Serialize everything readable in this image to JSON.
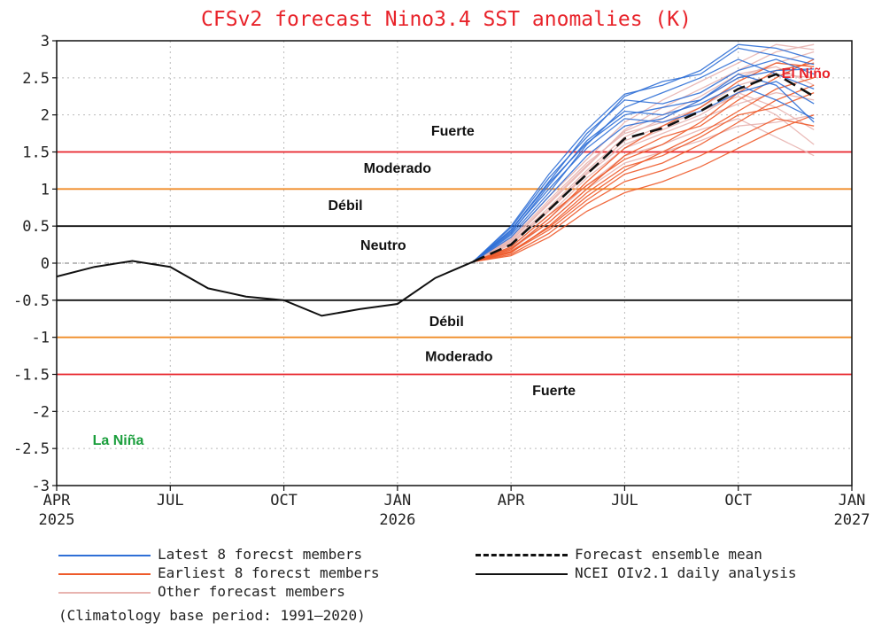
{
  "chart_data": {
    "type": "line",
    "title": "CFSv2 forecast Nino3.4 SST anomalies (K)",
    "ylim": [
      -3,
      3
    ],
    "y_ticks": [
      "3",
      "2.5",
      "2",
      "1.5",
      "1",
      "0.5",
      "0",
      "-0.5",
      "-1",
      "-1.5",
      "-2",
      "-2.5",
      "-3"
    ],
    "y_tick_values": [
      3,
      2.5,
      2,
      1.5,
      1,
      0.5,
      0,
      -0.5,
      -1,
      -1.5,
      -2,
      -2.5,
      -3
    ],
    "xlim": [
      "2025-04",
      "2027-01"
    ],
    "x_ticks": [
      {
        "date": "2025-04",
        "label": "APR",
        "year": "2025"
      },
      {
        "date": "2025-07",
        "label": "JUL",
        "year": ""
      },
      {
        "date": "2025-10",
        "label": "OCT",
        "year": ""
      },
      {
        "date": "2026-01",
        "label": "JAN",
        "year": "2026"
      },
      {
        "date": "2026-04",
        "label": "APR",
        "year": ""
      },
      {
        "date": "2026-07",
        "label": "JUL",
        "year": ""
      },
      {
        "date": "2026-10",
        "label": "OCT",
        "year": ""
      },
      {
        "date": "2027-01",
        "label": "JAN",
        "year": "2027"
      }
    ],
    "grid": true,
    "threshold_lines": [
      {
        "value": 1.5,
        "color": "#e8232a"
      },
      {
        "value": 1.0,
        "color": "#f08c28"
      },
      {
        "value": 0.5,
        "color": "#111111"
      },
      {
        "value": 0.0,
        "color": "#777777",
        "dashed": true
      },
      {
        "value": -0.5,
        "color": "#111111"
      },
      {
        "value": -1.0,
        "color": "#f08c28"
      },
      {
        "value": -1.5,
        "color": "#e8232a"
      }
    ],
    "band_labels": [
      {
        "text": "Fuerte",
        "date": "2026-02-15",
        "value": 1.72,
        "color": "#111111"
      },
      {
        "text": "Moderado",
        "date": "2026-01-01",
        "value": 1.22,
        "color": "#111111"
      },
      {
        "text": "Débil",
        "date": "2025-11-20",
        "value": 0.72,
        "color": "#111111"
      },
      {
        "text": "Neutro",
        "date": "2025-12-20",
        "value": 0.18,
        "color": "#111111"
      },
      {
        "text": "Débil",
        "date": "2026-02-10",
        "value": -0.85,
        "color": "#111111"
      },
      {
        "text": "Moderado",
        "date": "2026-02-20",
        "value": -1.32,
        "color": "#111111"
      },
      {
        "text": "Fuerte",
        "date": "2026-05-05",
        "value": -1.78,
        "color": "#111111"
      },
      {
        "text": "El Niño",
        "date": "2026-11-25",
        "value": 2.5,
        "color": "#e8232a"
      },
      {
        "text": "La Niña",
        "date": "2025-05-20",
        "value": -2.45,
        "color": "#1a9e3c"
      }
    ],
    "series": [
      {
        "name": "NCEI OIv2.1 daily analysis",
        "color": "#111111",
        "x": [
          "2025-04-01",
          "2025-05-01",
          "2025-06-01",
          "2025-07-01",
          "2025-08-01",
          "2025-09-01",
          "2025-10-01",
          "2025-11-01",
          "2025-12-01",
          "2026-01-01",
          "2026-02-01",
          "2026-03-01"
        ],
        "y": [
          -0.18,
          -0.05,
          0.03,
          -0.05,
          -0.34,
          -0.45,
          -0.5,
          -0.71,
          -0.62,
          -0.55,
          -0.2,
          0.02
        ]
      },
      {
        "name": "Forecast ensemble mean",
        "color": "#111111",
        "dashed": true,
        "x": [
          "2026-03-01",
          "2026-04-01",
          "2026-05-01",
          "2026-06-01",
          "2026-07-01",
          "2026-08-01",
          "2026-09-01",
          "2026-10-01",
          "2026-11-01",
          "2026-12-01"
        ],
        "y": [
          0.02,
          0.25,
          0.72,
          1.2,
          1.68,
          1.82,
          2.05,
          2.35,
          2.55,
          2.25
        ]
      },
      {
        "name": "Latest 8 forecst members",
        "color": "#2f6fd6",
        "members": [
          {
            "x": [
              "2026-03-01",
              "2026-04-01",
              "2026-05-01",
              "2026-06-01",
              "2026-07-01",
              "2026-08-01",
              "2026-09-01",
              "2026-10-01",
              "2026-11-01",
              "2026-12-01"
            ],
            "y": [
              0.02,
              0.5,
              1.2,
              1.8,
              2.28,
              2.4,
              2.6,
              2.95,
              2.9,
              2.75
            ]
          },
          {
            "x": [
              "2026-03-01",
              "2026-04-01",
              "2026-05-01",
              "2026-06-01",
              "2026-07-01",
              "2026-08-01",
              "2026-09-01",
              "2026-10-01",
              "2026-11-01",
              "2026-12-01"
            ],
            "y": [
              0.02,
              0.45,
              1.1,
              1.75,
              2.2,
              2.15,
              2.3,
              2.6,
              2.75,
              2.55
            ]
          },
          {
            "x": [
              "2026-03-01",
              "2026-04-01",
              "2026-05-01",
              "2026-06-01",
              "2026-07-01",
              "2026-08-01",
              "2026-09-01",
              "2026-10-01",
              "2026-11-01",
              "2026-12-01"
            ],
            "y": [
              0.02,
              0.4,
              1.05,
              1.65,
              2.05,
              2.0,
              2.15,
              2.4,
              2.2,
              1.95
            ]
          },
          {
            "x": [
              "2026-03-01",
              "2026-04-01",
              "2026-05-01",
              "2026-06-01",
              "2026-07-01",
              "2026-08-01",
              "2026-09-01",
              "2026-10-01",
              "2026-11-01",
              "2026-12-01"
            ],
            "y": [
              0.02,
              0.42,
              1.0,
              1.55,
              1.95,
              1.9,
              2.05,
              2.3,
              2.45,
              2.15
            ]
          },
          {
            "x": [
              "2026-03-01",
              "2026-04-01",
              "2026-05-01",
              "2026-06-01",
              "2026-07-01",
              "2026-08-01",
              "2026-09-01",
              "2026-10-01",
              "2026-11-01",
              "2026-12-01"
            ],
            "y": [
              0.02,
              0.38,
              0.95,
              1.6,
              2.1,
              2.3,
              2.5,
              2.75,
              2.55,
              2.35
            ]
          },
          {
            "x": [
              "2026-03-01",
              "2026-04-01",
              "2026-05-01",
              "2026-06-01",
              "2026-07-01",
              "2026-08-01",
              "2026-09-01",
              "2026-10-01",
              "2026-11-01",
              "2026-12-01"
            ],
            "y": [
              0.02,
              0.35,
              0.9,
              1.45,
              1.85,
              1.95,
              2.2,
              2.5,
              2.6,
              2.62
            ]
          },
          {
            "x": [
              "2026-03-01",
              "2026-04-01",
              "2026-05-01",
              "2026-06-01",
              "2026-07-01",
              "2026-08-01",
              "2026-09-01",
              "2026-10-01",
              "2026-11-01",
              "2026-12-01"
            ],
            "y": [
              0.02,
              0.48,
              1.15,
              1.7,
              2.25,
              2.45,
              2.55,
              2.9,
              2.8,
              2.68
            ]
          },
          {
            "x": [
              "2026-03-01",
              "2026-04-01",
              "2026-05-01",
              "2026-06-01",
              "2026-07-01",
              "2026-08-01",
              "2026-09-01",
              "2026-10-01",
              "2026-11-01",
              "2026-12-01"
            ],
            "y": [
              0.02,
              0.44,
              1.08,
              1.62,
              2.0,
              2.1,
              2.2,
              2.55,
              2.4,
              1.9
            ]
          }
        ]
      },
      {
        "name": "Earliest 8 forecst members",
        "color": "#ee5a2a",
        "members": [
          {
            "x": [
              "2026-03-01",
              "2026-04-01",
              "2026-05-01",
              "2026-06-01",
              "2026-07-01",
              "2026-08-01",
              "2026-09-01",
              "2026-10-01",
              "2026-11-01",
              "2026-12-01"
            ],
            "y": [
              0.02,
              0.15,
              0.45,
              0.85,
              1.2,
              1.35,
              1.6,
              1.9,
              2.2,
              2.4
            ]
          },
          {
            "x": [
              "2026-03-01",
              "2026-04-01",
              "2026-05-01",
              "2026-06-01",
              "2026-07-01",
              "2026-08-01",
              "2026-09-01",
              "2026-10-01",
              "2026-11-01",
              "2026-12-01"
            ],
            "y": [
              0.02,
              0.2,
              0.55,
              1.0,
              1.45,
              1.7,
              1.85,
              2.2,
              2.5,
              2.75
            ]
          },
          {
            "x": [
              "2026-03-01",
              "2026-04-01",
              "2026-05-01",
              "2026-06-01",
              "2026-07-01",
              "2026-08-01",
              "2026-09-01",
              "2026-10-01",
              "2026-11-01",
              "2026-12-01"
            ],
            "y": [
              0.02,
              0.1,
              0.35,
              0.7,
              0.95,
              1.1,
              1.3,
              1.55,
              1.8,
              2.0
            ]
          },
          {
            "x": [
              "2026-03-01",
              "2026-04-01",
              "2026-05-01",
              "2026-06-01",
              "2026-07-01",
              "2026-08-01",
              "2026-09-01",
              "2026-10-01",
              "2026-11-01",
              "2026-12-01"
            ],
            "y": [
              0.02,
              0.18,
              0.6,
              1.1,
              1.55,
              1.85,
              2.1,
              2.45,
              2.7,
              2.65
            ]
          },
          {
            "x": [
              "2026-03-01",
              "2026-04-01",
              "2026-05-01",
              "2026-06-01",
              "2026-07-01",
              "2026-08-01",
              "2026-09-01",
              "2026-10-01",
              "2026-11-01",
              "2026-12-01"
            ],
            "y": [
              0.02,
              0.12,
              0.4,
              0.8,
              1.1,
              1.25,
              1.45,
              1.7,
              1.95,
              1.85
            ]
          },
          {
            "x": [
              "2026-03-01",
              "2026-04-01",
              "2026-05-01",
              "2026-06-01",
              "2026-07-01",
              "2026-08-01",
              "2026-09-01",
              "2026-10-01",
              "2026-11-01",
              "2026-12-01"
            ],
            "y": [
              0.02,
              0.22,
              0.65,
              1.05,
              1.4,
              1.6,
              1.9,
              2.3,
              2.6,
              2.7
            ]
          },
          {
            "x": [
              "2026-03-01",
              "2026-04-01",
              "2026-05-01",
              "2026-06-01",
              "2026-07-01",
              "2026-08-01",
              "2026-09-01",
              "2026-10-01",
              "2026-11-01",
              "2026-12-01"
            ],
            "y": [
              0.02,
              0.14,
              0.5,
              0.95,
              1.3,
              1.45,
              1.7,
              2.0,
              2.1,
              2.3
            ]
          },
          {
            "x": [
              "2026-03-01",
              "2026-04-01",
              "2026-05-01",
              "2026-06-01",
              "2026-07-01",
              "2026-08-01",
              "2026-09-01",
              "2026-10-01",
              "2026-11-01",
              "2026-12-01"
            ],
            "y": [
              0.02,
              0.16,
              0.48,
              0.9,
              1.25,
              1.5,
              1.75,
              2.05,
              2.35,
              2.5
            ]
          }
        ]
      },
      {
        "name": "Other forecast members",
        "color": "#e8b4b0",
        "members": [
          {
            "x": [
              "2026-03-01",
              "2026-04-01",
              "2026-05-01",
              "2026-06-01",
              "2026-07-01",
              "2026-08-01",
              "2026-09-01",
              "2026-10-01",
              "2026-11-01",
              "2026-12-01"
            ],
            "y": [
              0.02,
              0.3,
              0.8,
              1.3,
              1.8,
              2.1,
              2.35,
              2.6,
              2.85,
              2.95
            ]
          },
          {
            "x": [
              "2026-03-01",
              "2026-04-01",
              "2026-05-01",
              "2026-06-01",
              "2026-07-01",
              "2026-08-01",
              "2026-09-01",
              "2026-10-01",
              "2026-11-01",
              "2026-12-01"
            ],
            "y": [
              0.02,
              0.25,
              0.7,
              1.2,
              1.6,
              1.8,
              2.0,
              2.3,
              2.1,
              1.8
            ]
          },
          {
            "x": [
              "2026-03-01",
              "2026-04-01",
              "2026-05-01",
              "2026-06-01",
              "2026-07-01",
              "2026-08-01",
              "2026-09-01",
              "2026-10-01",
              "2026-11-01",
              "2026-12-01"
            ],
            "y": [
              0.02,
              0.28,
              0.75,
              1.25,
              1.7,
              1.95,
              2.2,
              2.5,
              2.7,
              2.85
            ]
          },
          {
            "x": [
              "2026-03-01",
              "2026-04-01",
              "2026-05-01",
              "2026-06-01",
              "2026-07-01",
              "2026-08-01",
              "2026-09-01",
              "2026-10-01",
              "2026-11-01",
              "2026-12-01"
            ],
            "y": [
              0.02,
              0.2,
              0.6,
              1.05,
              1.45,
              1.6,
              1.8,
              1.95,
              1.7,
              1.45
            ]
          },
          {
            "x": [
              "2026-03-01",
              "2026-04-01",
              "2026-05-01",
              "2026-06-01",
              "2026-07-01",
              "2026-08-01",
              "2026-09-01",
              "2026-10-01",
              "2026-11-01",
              "2026-12-01"
            ],
            "y": [
              0.02,
              0.32,
              0.85,
              1.35,
              1.75,
              1.9,
              2.1,
              2.4,
              2.55,
              2.5
            ]
          },
          {
            "x": [
              "2026-03-01",
              "2026-04-01",
              "2026-05-01",
              "2026-06-01",
              "2026-07-01",
              "2026-08-01",
              "2026-09-01",
              "2026-10-01",
              "2026-11-01",
              "2026-12-01"
            ],
            "y": [
              0.02,
              0.22,
              0.65,
              1.15,
              1.55,
              1.75,
              1.95,
              2.15,
              2.3,
              2.2
            ]
          },
          {
            "x": [
              "2026-03-01",
              "2026-04-01",
              "2026-05-01",
              "2026-06-01",
              "2026-07-01",
              "2026-08-01",
              "2026-09-01",
              "2026-10-01",
              "2026-11-01",
              "2026-12-01"
            ],
            "y": [
              0.02,
              0.26,
              0.72,
              1.22,
              1.65,
              1.85,
              2.05,
              2.25,
              2.0,
              1.6
            ]
          },
          {
            "x": [
              "2026-03-01",
              "2026-04-01",
              "2026-05-01",
              "2026-06-01",
              "2026-07-01",
              "2026-08-01",
              "2026-09-01",
              "2026-10-01",
              "2026-11-01",
              "2026-12-01"
            ],
            "y": [
              0.02,
              0.34,
              0.9,
              1.4,
              1.9,
              2.2,
              2.45,
              2.7,
              2.95,
              2.88
            ]
          },
          {
            "x": [
              "2026-03-01",
              "2026-04-01",
              "2026-05-01",
              "2026-06-01",
              "2026-07-01",
              "2026-08-01",
              "2026-09-01",
              "2026-10-01",
              "2026-11-01",
              "2026-12-01"
            ],
            "y": [
              0.02,
              0.18,
              0.55,
              1.0,
              1.35,
              1.5,
              1.65,
              1.85,
              1.9,
              2.0
            ]
          },
          {
            "x": [
              "2026-03-01",
              "2026-04-01",
              "2026-05-01",
              "2026-06-01",
              "2026-07-01",
              "2026-08-01",
              "2026-09-01",
              "2026-10-01",
              "2026-11-01",
              "2026-12-01"
            ],
            "y": [
              0.02,
              0.3,
              0.82,
              1.32,
              1.78,
              2.0,
              2.25,
              2.55,
              2.65,
              2.4
            ]
          }
        ]
      }
    ],
    "legend": {
      "placement": "bottom",
      "entries": [
        {
          "label": "Latest 8 forecst members",
          "color": "#2f6fd6",
          "style": "solid"
        },
        {
          "label": "Earliest 8 forecst members",
          "color": "#ee5a2a",
          "style": "solid"
        },
        {
          "label": "Other forecast members",
          "color": "#e8b4b0",
          "style": "solid"
        },
        {
          "label": "Forecast ensemble mean",
          "color": "#111111",
          "style": "dashed"
        },
        {
          "label": "NCEI OIv2.1 daily analysis",
          "color": "#111111",
          "style": "solid"
        }
      ]
    },
    "footnote": "(Climatology base period: 1991–2020)"
  }
}
